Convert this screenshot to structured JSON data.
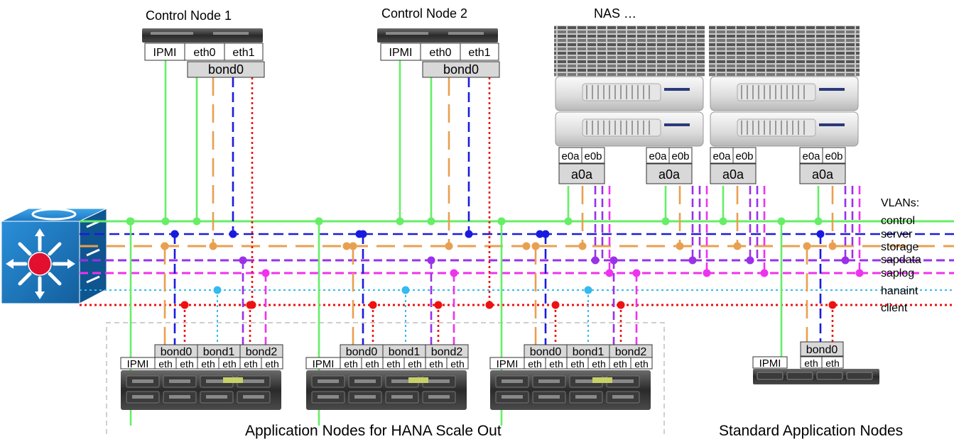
{
  "control_nodes": [
    {
      "title": "Control Node 1",
      "ports": [
        "IPMI",
        "eth0",
        "eth1"
      ],
      "bond": "bond0"
    },
    {
      "title": "Control Node 2",
      "ports": [
        "IPMI",
        "eth0",
        "eth1"
      ],
      "bond": "bond0"
    }
  ],
  "nas": {
    "title": "NAS …",
    "port_labels": [
      "e0a",
      "e0b"
    ],
    "aggregate_label": "a0a"
  },
  "vlans": {
    "heading": "VLANs:",
    "items": [
      {
        "name": "control",
        "color": "#66ee66"
      },
      {
        "name": "server",
        "color": "#1a1adf"
      },
      {
        "name": "storage",
        "color": "#e8a050"
      },
      {
        "name": "sapdata",
        "color": "#9b30e8"
      },
      {
        "name": "saplog",
        "color": "#ee33ee"
      },
      {
        "name": "hanaint",
        "color": "#33bbee"
      },
      {
        "name": "client",
        "color": "#ee1111"
      }
    ]
  },
  "hana_nodes": {
    "ipmi_label": "IPMI",
    "bonds": [
      "bond0",
      "bond1",
      "bond2"
    ],
    "eth_label": "eth"
  },
  "std_node": {
    "ipmi_label": "IPMI",
    "bond": "bond0",
    "eth_label": "eth"
  },
  "captions": {
    "hana": "Application Nodes for HANA Scale Out",
    "standard": "Standard Application Nodes"
  }
}
